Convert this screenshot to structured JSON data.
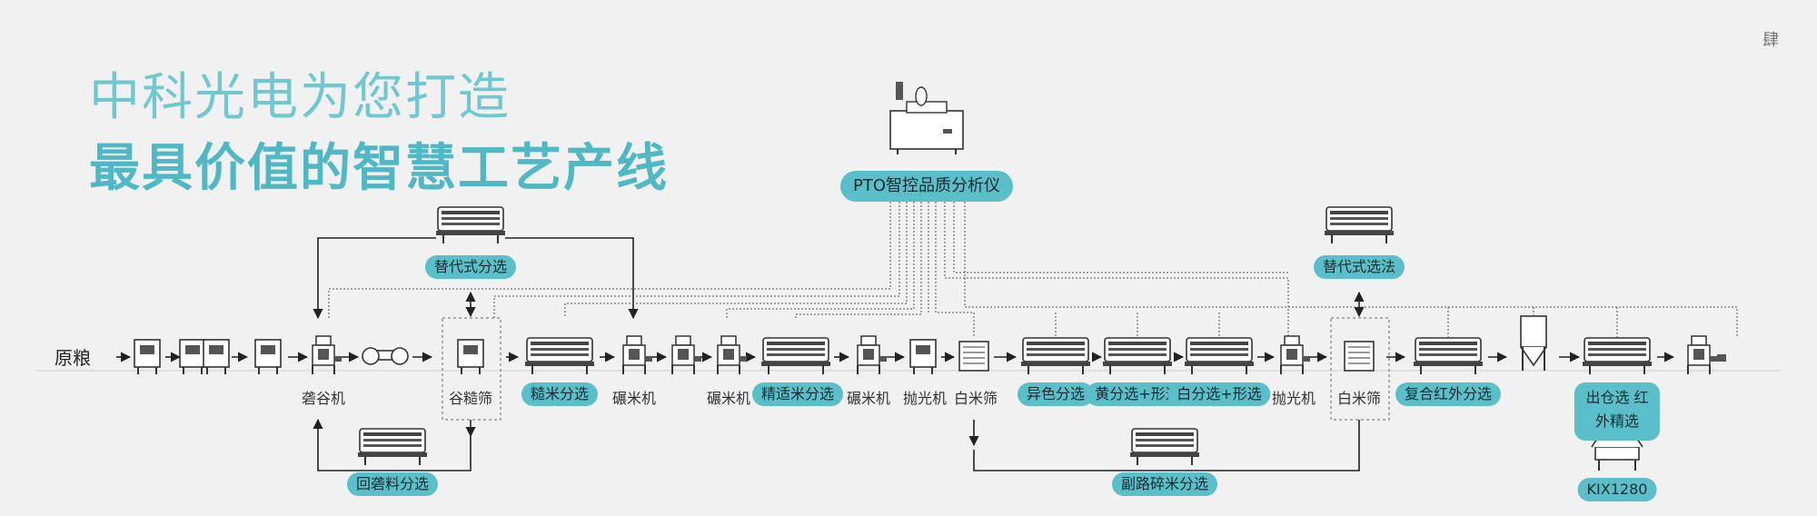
{
  "page_number": "肆",
  "title_line1": "中科光电为您打造",
  "title_line2": "最具价值的智慧工艺产线",
  "source_label": "原粮",
  "pto_label": "PTO智控品质分析仪",
  "branch_labels": {
    "alt_sort_left": "替代式分选",
    "alt_sort_right": "替代式选法",
    "return_sort": "回砻料分选",
    "broken_sort": "副路碎米分选",
    "kix": "KIX1280"
  },
  "stage_labels": {
    "husker": "砻谷机",
    "paddy_sieve": "谷糙筛",
    "brown_sort": "糙米分选",
    "mill1": "碾米机",
    "mill2": "碾米机",
    "fine_sort": "精适米分选",
    "mill3": "碾米机",
    "polisher1": "抛光机",
    "white_sieve1": "白米筛",
    "color_sort": "异色分选",
    "yellow_sort": "黄分选+形选",
    "white_sort": "白分选+形选",
    "polisher2": "抛光机",
    "white_sieve2": "白米筛",
    "ir_sort": "复合红外分选",
    "exit_sort": "出仓选 红外精选"
  },
  "colors": {
    "accent": "#5bbfc9",
    "title": "#6fc7cf",
    "line": "#222222",
    "dotted": "#555555"
  }
}
